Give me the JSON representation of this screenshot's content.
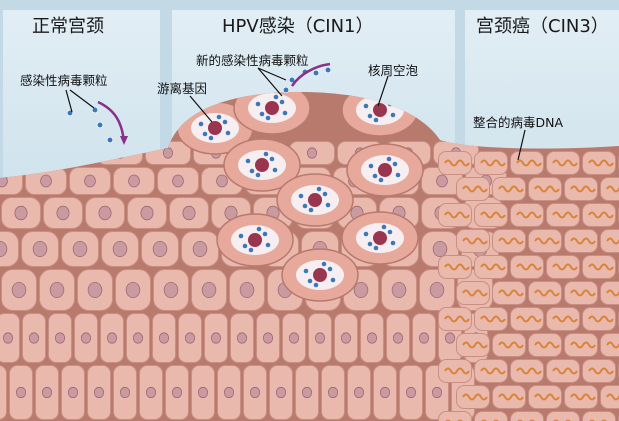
{
  "sections": {
    "normal": "正常宫颈",
    "hpv": "HPV感染（CIN1）",
    "cancer": "宫颈癌（CIN3）"
  },
  "labels": {
    "infectious_particles": "感染性病毒颗粒",
    "new_particles": "新的感染性病毒颗粒",
    "episome": "游离基因",
    "koilocyte": "核周空泡",
    "integrated_dna": "整合的病毒DNA"
  },
  "colors": {
    "tissue": "#eab9ae",
    "border": "#b77a6d",
    "virus": "#3c78b8",
    "nucleus": "#9a3550",
    "arrow": "#8a2f8a"
  }
}
